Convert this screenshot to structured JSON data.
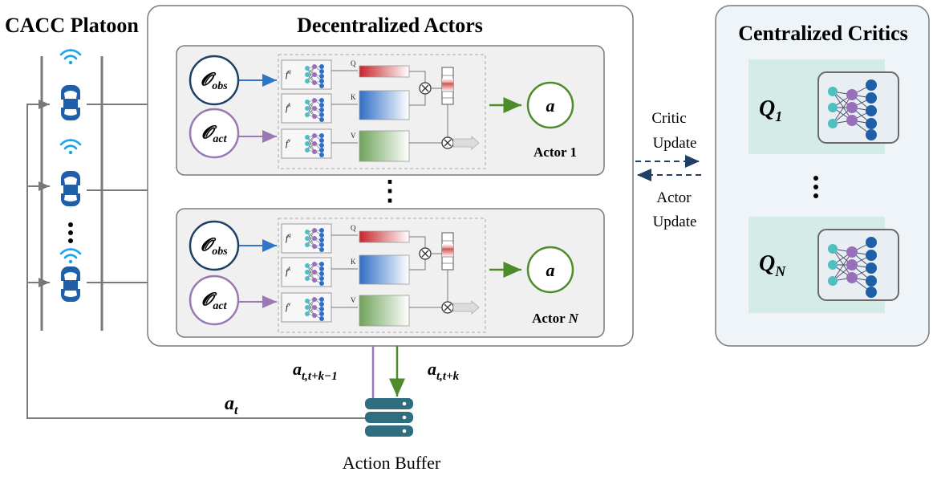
{
  "platoon": {
    "title": "CACC Platoon"
  },
  "actors": {
    "title": "Decentralized Actors",
    "ellipsis": "⋮",
    "obs_sub": "obs",
    "act_sub": "act",
    "fq_sup": "q",
    "fk_sup": "k",
    "fv_sup": "v",
    "q_label": "Q",
    "k_label": "K",
    "v_label": "V",
    "action_symbol": "a",
    "actor1_label": "Actor 1",
    "actorN_prefix": "Actor ",
    "actorN_suffix": "N"
  },
  "critics": {
    "title": "Centralized Critics",
    "q1_sub": "1",
    "qN_sub": "N",
    "ellipsis": "⋮"
  },
  "links": {
    "critic_update_1": "Critic",
    "critic_update_2": "Update",
    "actor_update_1": "Actor",
    "actor_update_2": "Update"
  },
  "buffer": {
    "label": "Action Buffer",
    "out_sub": "t,t+k−1",
    "in_sub": "t,t+k",
    "at_sub": "t"
  },
  "colors": {
    "obs": "#1f3f66",
    "act": "#9a78b4",
    "arrow_blue": "#2f76c8",
    "green": "#4c8c2b",
    "dashed": "#1f3f66",
    "buffer": "#2e6e7e",
    "car": "#1f5fa8",
    "wifi": "#1aa3e8"
  }
}
